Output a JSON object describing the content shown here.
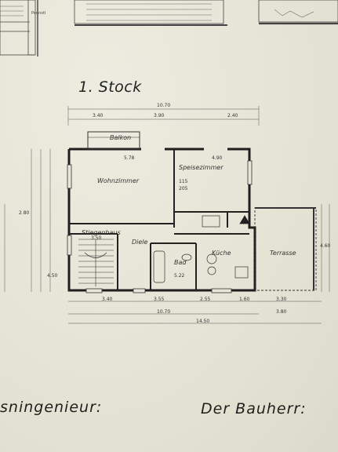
{
  "drawing": {
    "floor_title": "1. Stock",
    "top_note": "Pennstl",
    "signature_left": "sningenieur:",
    "signature_right": "Der Bauherr:"
  },
  "rooms": {
    "wohnzimmer": "Wohnzimmer",
    "speisezimmer": "Speisezimmer",
    "balkon": "Balkon",
    "stiegenhaus": "Stiegenhaus",
    "diele": "Diele",
    "bad": "Bad",
    "kueche": "Küche",
    "terrasse": "Terrasse"
  },
  "dimensions": {
    "top_overall": "10.70",
    "top_seg_1": "3.40",
    "top_seg_2": "3.90",
    "top_seg_3": "2.40",
    "wohn_width": "5.78",
    "speise_width": "4.90",
    "speise_area": "115",
    "speise_height": "205",
    "bottom_seg_1": "3.40",
    "bottom_seg_2": "3.55",
    "bottom_seg_3": "2.55",
    "bottom_seg_4": "1.60",
    "bottom_seg_5": "3.30",
    "bottom_mid": "10.70",
    "bottom_right": "3.80",
    "bottom_overall": "14.50",
    "right_height": "4.60",
    "left_height": "2.80",
    "left_low": "4.50",
    "bad_dim": "5.22",
    "stieg_dim": "3.50"
  },
  "colors": {
    "paper": "#e7e6d8",
    "ink": "#2a2a2a"
  }
}
